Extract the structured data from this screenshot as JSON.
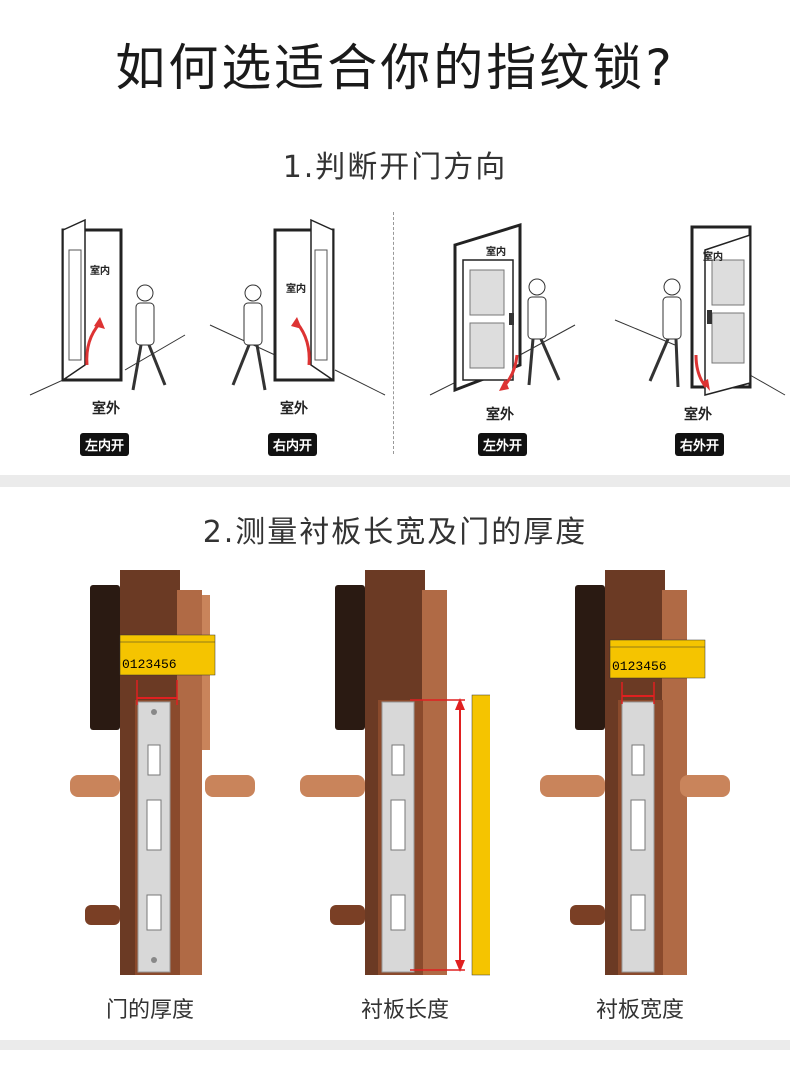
{
  "title": "如何选适合你的指纹锁?",
  "section1": {
    "heading": "1.判断开门方向",
    "doors": [
      {
        "inside": "室内",
        "outside": "室外",
        "tag": "左内开"
      },
      {
        "inside": "室内",
        "outside": "室外",
        "tag": "右内开"
      },
      {
        "inside": "室内",
        "outside": "室外",
        "tag": "左外开"
      },
      {
        "inside": "室内",
        "outside": "室外",
        "tag": "右外开"
      }
    ]
  },
  "section2": {
    "heading": "2.测量衬板长宽及门的厚度",
    "ruler_digits": "0123456",
    "captions": [
      "门的厚度",
      "衬板长度",
      "衬板宽度"
    ]
  },
  "colors": {
    "accent": "#e02020",
    "ruler": "#f5c400",
    "lock": "#8a4a2c",
    "copper": "#c9845b"
  }
}
